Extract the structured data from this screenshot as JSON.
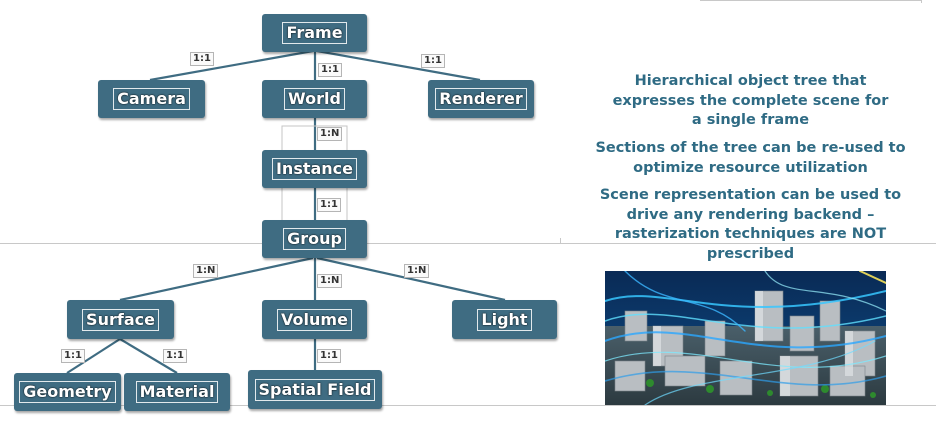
{
  "nodes": {
    "frame": "Frame",
    "camera": "Camera",
    "world": "World",
    "renderer": "Renderer",
    "instance": "Instance",
    "group": "Group",
    "surface": "Surface",
    "volume": "Volume",
    "light": "Light",
    "geometry": "Geometry",
    "material": "Material",
    "spatial_field": "Spatial Field"
  },
  "cardinalities": {
    "frame_camera": "1:1",
    "frame_world": "1:1",
    "frame_renderer": "1:1",
    "world_instance": "1:N",
    "instance_group": "1:1",
    "group_surface": "1:N",
    "group_volume": "1:N",
    "group_light": "1:N",
    "surface_geometry": "1:1",
    "surface_material": "1:1",
    "volume_spatial_field": "1:1"
  },
  "description": {
    "line1": "Hierarchical object tree that expresses the complete scene for a single frame",
    "line2": "Sections of the tree can be re-used to optimize resource utilization",
    "line3": "Scene representation can be used to drive any rendering backend – rasterization techniques are NOT prescribed"
  },
  "colors": {
    "node_fill": "#3f6c82",
    "edge": "#3f6c82",
    "description_text": "#2f6b84"
  }
}
